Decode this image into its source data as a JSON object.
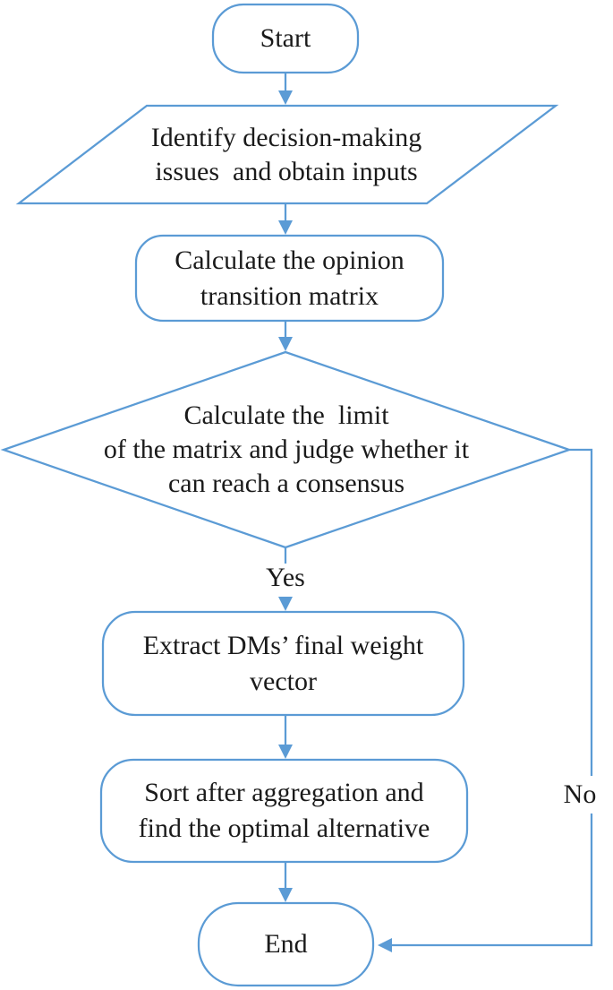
{
  "figure": {
    "type": "flowchart"
  },
  "colors": {
    "line": "#5b9bd5",
    "text": "#1a1a1a",
    "background": "#ffffff"
  },
  "nodes": {
    "start": {
      "shape": "rounded-rectangle",
      "label": "Start"
    },
    "identify": {
      "shape": "parallelogram",
      "line1": "Identify decision-making",
      "line2": "issues  and obtain inputs"
    },
    "calc": {
      "shape": "rounded-rectangle",
      "line1": "Calculate the opinion",
      "line2": "transition matrix"
    },
    "decision": {
      "shape": "diamond",
      "line1": "Calculate the  limit",
      "line2": "of the matrix and judge whether it",
      "line3": "can reach a consensus"
    },
    "extract": {
      "shape": "rounded-rectangle",
      "line1": "Extract DMs’ final weight",
      "line2": "vector"
    },
    "sort": {
      "shape": "rounded-rectangle",
      "line1": "Sort after aggregation and",
      "line2": "find the optimal alternative"
    },
    "end": {
      "shape": "rounded-rectangle",
      "label": "End"
    }
  },
  "edges": {
    "yes_label": "Yes",
    "no_label": "No"
  }
}
